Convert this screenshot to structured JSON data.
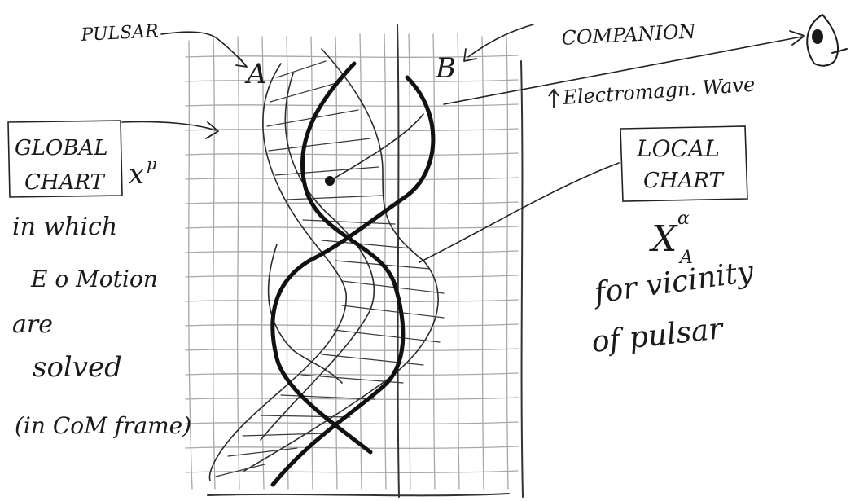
{
  "labels": {
    "pulsar": "PULSAR",
    "companion": "COMPANION",
    "point_a": "A",
    "point_b": "B",
    "wave": "Electromagn. Wave",
    "global_chart_line1": "GLOBAL",
    "global_chart_line2": "CHART",
    "global_coord": "x",
    "global_coord_index": "μ",
    "eom_line1": "in which",
    "eom_line2": "E o Motion",
    "eom_line3": "are",
    "eom_line4": "solved",
    "eom_line5": "(in CoM frame)",
    "local_chart_line1": "LOCAL",
    "local_chart_line2": "CHART",
    "local_coord": "X",
    "local_coord_sup": "α",
    "local_coord_sub": "A",
    "vicinity_line1": "for vicinity",
    "vicinity_line2": "of pulsar"
  },
  "icons": {
    "observer": "eye-icon",
    "arrow": "arrow-icon"
  },
  "colors": {
    "ink": "#1a1a1a",
    "pencil": "#9a9a9a",
    "paper": "#ffffff"
  }
}
